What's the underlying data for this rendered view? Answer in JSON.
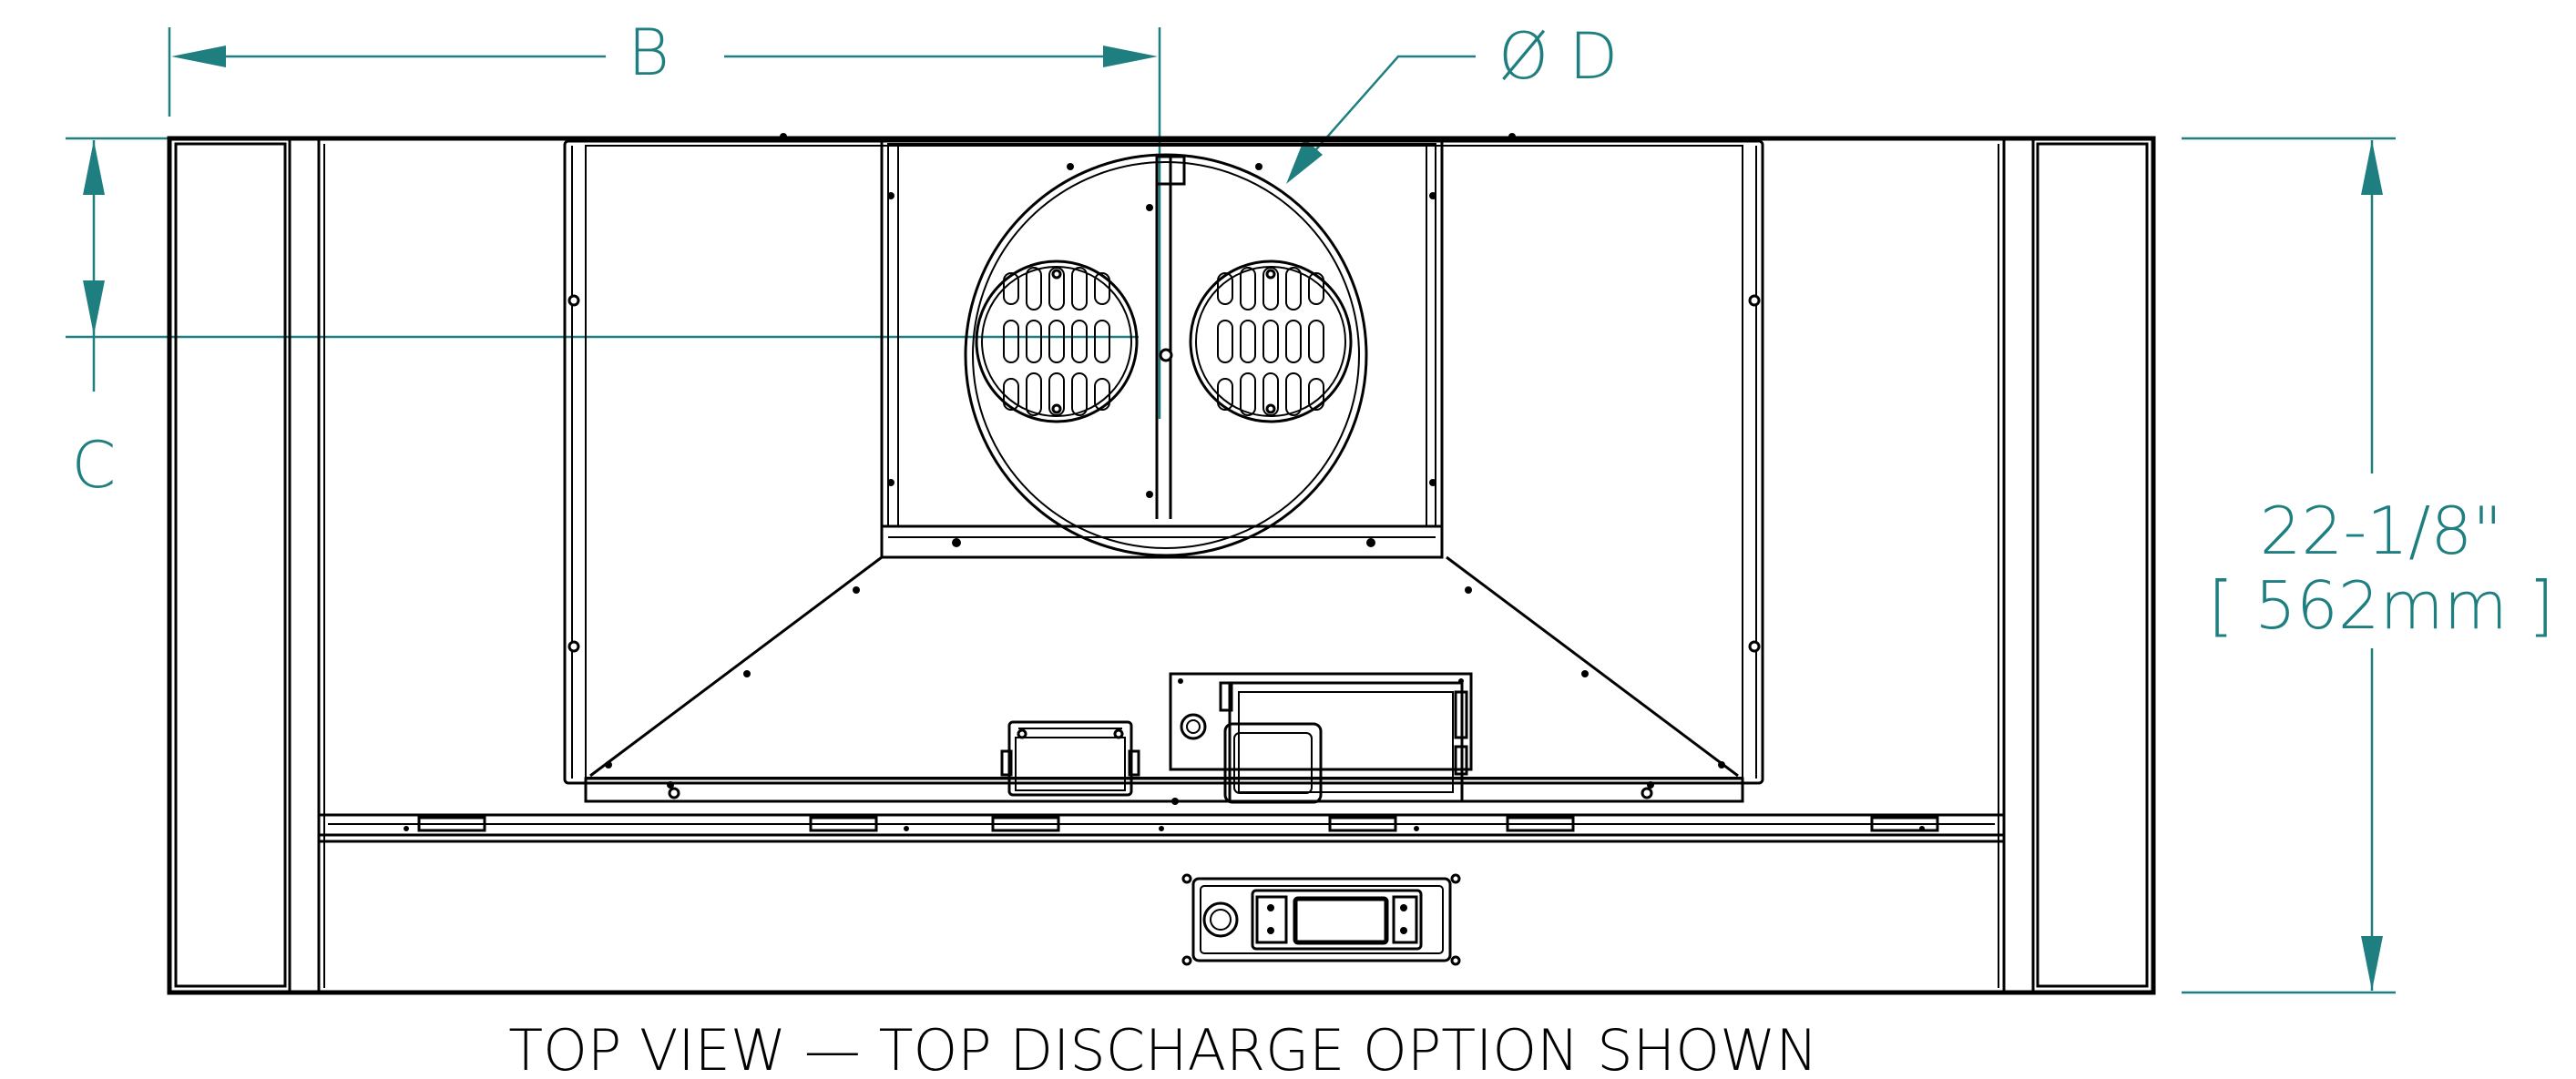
{
  "dimensions": {
    "width_label": "B",
    "height_label": "C",
    "diameter_label": "Ø D",
    "depth_imperial": "22-1/8\"",
    "depth_metric": "[ 562mm ]"
  },
  "caption": "TOP VIEW — TOP DISCHARGE OPTION SHOWN",
  "colors": {
    "dimension": "#1f7f80",
    "linework": "#000000"
  }
}
